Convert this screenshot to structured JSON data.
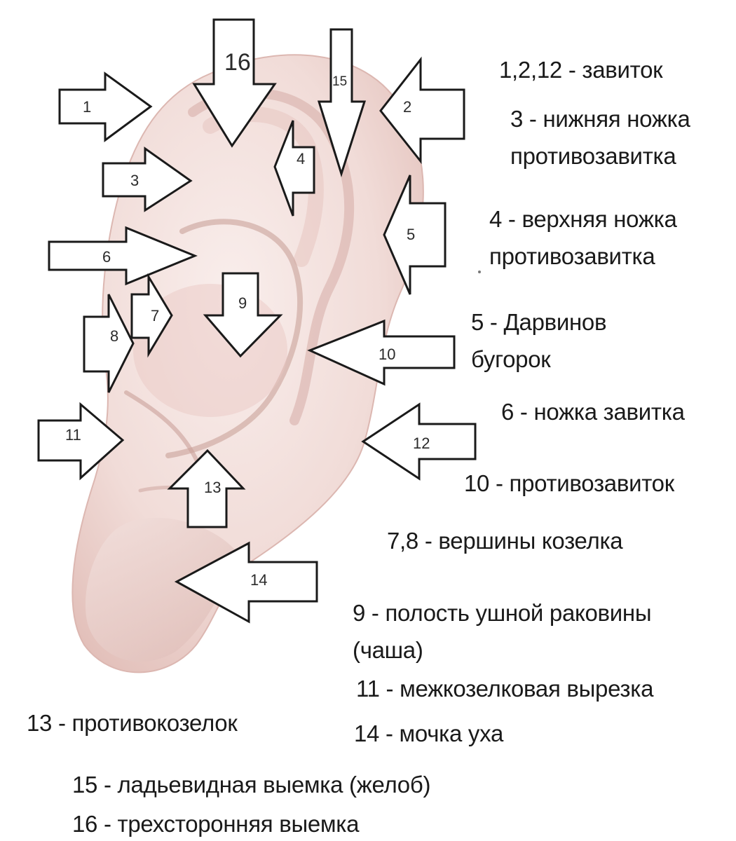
{
  "diagram": {
    "arrow_numbers": [
      "1",
      "2",
      "3",
      "4",
      "5",
      "6",
      "7",
      "8",
      "9",
      "10",
      "11",
      "12",
      "13",
      "14",
      "15",
      "16"
    ],
    "legend": {
      "l1": "1,2,12 - завиток",
      "l3a": "3 - нижняя ножка",
      "l3b": "противозавитка",
      "l4a": "4 - верхняя ножка",
      "l4b": "противозавитка",
      "l5a": "5 - Дарвинов",
      "l5b": "бугорок",
      "l6": "6 - ножка завитка",
      "l10": "10 - противозавиток",
      "l78": "7,8 - вершины козелка",
      "l9a": "9 - полость ушной раковины",
      "l9b": "(чаша)",
      "l11": "11 - межкозелковая вырезка",
      "l14": "14 - мочка уха",
      "l13": "13 - противокозелок",
      "l15": "15 - ладьевидная выемка (желоб)",
      "l16": "16 - трехсторонняя выемка"
    },
    "colors": {
      "skin_light": "#f7e9e6",
      "skin_mid": "#eed2cd",
      "skin_shadow": "#d8b0aa",
      "arrow_fill": "#ffffff",
      "arrow_stroke": "#1a1a1a",
      "text": "#1a1a1a"
    }
  }
}
